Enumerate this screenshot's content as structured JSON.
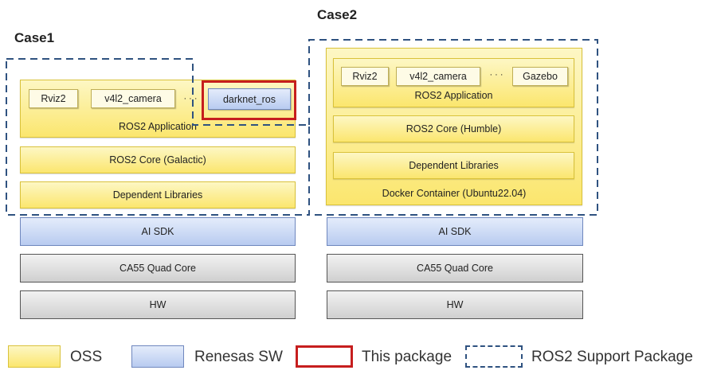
{
  "case1": {
    "title": "Case1",
    "apps": [
      "Rviz2",
      "v4l2_camera",
      "darknet_ros"
    ],
    "ellipsis": "· · ·",
    "app_layer": "ROS2 Application",
    "core": "ROS2 Core (Galactic)",
    "deps": "Dependent Libraries",
    "sdk": "AI SDK",
    "cpu": "CA55 Quad Core",
    "hw": "HW"
  },
  "case2": {
    "title": "Case2",
    "apps": [
      "Rviz2",
      "v4l2_camera",
      "Gazebo"
    ],
    "ellipsis": "· · ·",
    "app_layer": "ROS2 Application",
    "core": "ROS2 Core (Humble)",
    "deps": "Dependent Libraries",
    "container": "Docker Container (Ubuntu22.04)",
    "sdk": "AI SDK",
    "cpu": "CA55 Quad Core",
    "hw": "HW"
  },
  "legend": {
    "oss": "OSS",
    "renesas": "Renesas SW",
    "this_package": "This package",
    "support": "ROS2 Support Package"
  },
  "colors": {
    "oss": "#fbe66e",
    "renesas": "#b8cbf0",
    "this_package": "#c61e1e",
    "support": "#2f5280",
    "hardware": "#d0d0d0"
  }
}
